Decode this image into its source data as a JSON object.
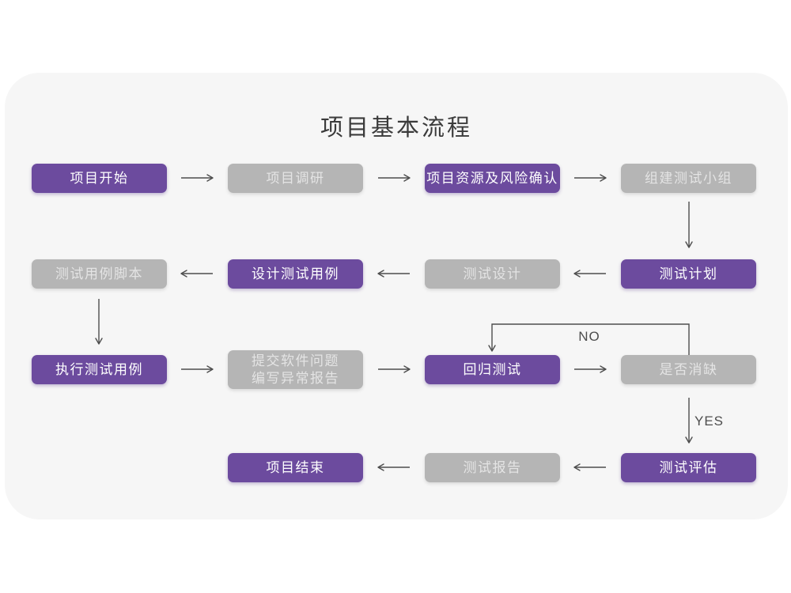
{
  "title": "项目基本流程",
  "labels": {
    "no": "NO",
    "yes": "YES"
  },
  "colors": {
    "purple": "#6C4B9E",
    "gray": "#B5B5B5",
    "arrow": "#4D4D4D",
    "card_background": "#F6F6F6",
    "title_text": "#3B3B3B"
  },
  "nodes": [
    {
      "label": "项目开始",
      "variant": "purple"
    },
    {
      "label": "项目调研",
      "variant": "gray"
    },
    {
      "label": "项目资源及风险确认",
      "variant": "purple"
    },
    {
      "label": "组建测试小组",
      "variant": "gray"
    },
    {
      "label": "测试计划",
      "variant": "purple"
    },
    {
      "label": "测试设计",
      "variant": "gray"
    },
    {
      "label": "设计测试用例",
      "variant": "purple"
    },
    {
      "label": "测试用例脚本",
      "variant": "gray"
    },
    {
      "label": "执行测试用例",
      "variant": "purple"
    },
    {
      "label": "提交软件问题\n编写异常报告",
      "variant": "gray"
    },
    {
      "label": "回归测试",
      "variant": "purple"
    },
    {
      "label": "是否消缺",
      "variant": "gray"
    },
    {
      "label": "测试评估",
      "variant": "purple"
    },
    {
      "label": "测试报告",
      "variant": "gray"
    },
    {
      "label": "项目结束",
      "variant": "purple"
    }
  ],
  "edges": [
    {
      "from": "项目开始",
      "to": "项目调研"
    },
    {
      "from": "项目调研",
      "to": "项目资源及风险确认"
    },
    {
      "from": "项目资源及风险确认",
      "to": "组建测试小组"
    },
    {
      "from": "组建测试小组",
      "to": "测试计划"
    },
    {
      "from": "测试计划",
      "to": "测试设计"
    },
    {
      "from": "测试设计",
      "to": "设计测试用例"
    },
    {
      "from": "设计测试用例",
      "to": "测试用例脚本"
    },
    {
      "from": "测试用例脚本",
      "to": "执行测试用例"
    },
    {
      "from": "执行测试用例",
      "to": "提交软件问题 编写异常报告"
    },
    {
      "from": "提交软件问题 编写异常报告",
      "to": "回归测试"
    },
    {
      "from": "回归测试",
      "to": "是否消缺"
    },
    {
      "from": "是否消缺",
      "to": "回归测试",
      "label": "NO"
    },
    {
      "from": "是否消缺",
      "to": "测试评估",
      "label": "YES"
    },
    {
      "from": "测试评估",
      "to": "测试报告"
    },
    {
      "from": "测试报告",
      "to": "项目结束"
    }
  ]
}
